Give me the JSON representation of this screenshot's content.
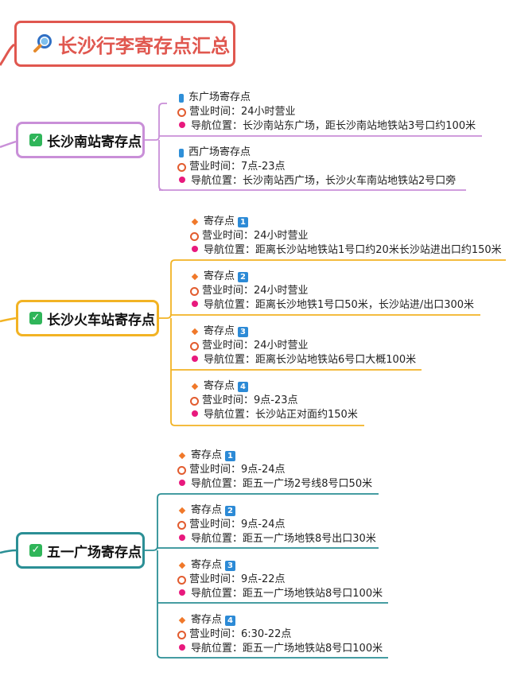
{
  "title": "长沙行李寄存点汇总",
  "icons": {
    "title": "magnifier-icon",
    "branch": "checkbox-icon",
    "hours": "alarm-clock-icon",
    "location": "pin-icon",
    "sublabel_south": "phone-icon",
    "sublabel_other": "diamond-icon"
  },
  "colors": {
    "root": "#e0574f",
    "south": "#c98fd8",
    "train": "#f2b324",
    "wuyi": "#2b8f95"
  },
  "branches": [
    {
      "label": "长沙南站寄存点",
      "points": [
        {
          "name": "东广场寄存点",
          "hours": "营业时间：24小时营业",
          "location": "导航位置：长沙南站东广场，距长沙南站地铁站3号口约100米"
        },
        {
          "name": "西广场寄存点",
          "hours": "营业时间：7点-23点",
          "location": "导航位置：长沙南站西广场，长沙火车南站地铁站2号口旁"
        }
      ]
    },
    {
      "label": "长沙火车站寄存点",
      "points": [
        {
          "name": "寄存点",
          "badge": "1",
          "hours": "营业时间：24小时营业",
          "location": "导航位置：距离长沙站地铁站1号口约20米长沙站进出口约150米"
        },
        {
          "name": "寄存点",
          "badge": "2",
          "hours": "营业时间：24小时营业",
          "location": "导航位置：距离长沙地铁1号口50米，长沙站进/出口300米"
        },
        {
          "name": "寄存点",
          "badge": "3",
          "hours": "营业时间：24小时营业",
          "location": "导航位置：距离长沙站地铁站6号口大概100米"
        },
        {
          "name": "寄存点",
          "badge": "4",
          "hours": "营业时间：9点-23点",
          "location": "导航位置：长沙站正对面约150米"
        }
      ]
    },
    {
      "label": "五一广场寄存点",
      "points": [
        {
          "name": "寄存点",
          "badge": "1",
          "hours": "营业时间：9点-24点",
          "location": "导航位置：距五一广场2号线8号口50米"
        },
        {
          "name": "寄存点",
          "badge": "2",
          "hours": "营业时间：9点-24点",
          "location": "导航位置：距五一广场地铁8号出口30米"
        },
        {
          "name": "寄存点",
          "badge": "3",
          "hours": "营业时间：9点-22点",
          "location": "导航位置：距五一广场地铁站8号口100米"
        },
        {
          "name": "寄存点",
          "badge": "4",
          "hours": "营业时间：6:30-22点",
          "location": "导航位置：距五一广场地铁站8号口100米"
        }
      ]
    }
  ]
}
